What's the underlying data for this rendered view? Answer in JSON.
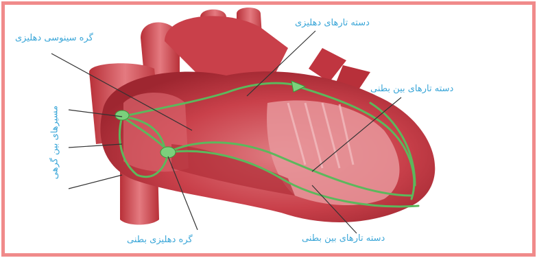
{
  "labels": {
    "sa_node": "گره سینوسی دهلیزی",
    "atrial_bundle": "دسته تارهای دهلیزی",
    "ventricular_bundle_right": "دسته تارهای بین بطنی",
    "internodal_paths": "مسیرهای بین گرهی",
    "av_node": "گره دهلیزی بطنی",
    "ventricular_bundle_bottom": "دسته تارهای بین بطنی"
  },
  "colors": {
    "frame_border": "#f08a8a",
    "label_text": "#3aa6d8",
    "heart_red": "#c9404a",
    "conduction_green": "#5cb85c"
  }
}
